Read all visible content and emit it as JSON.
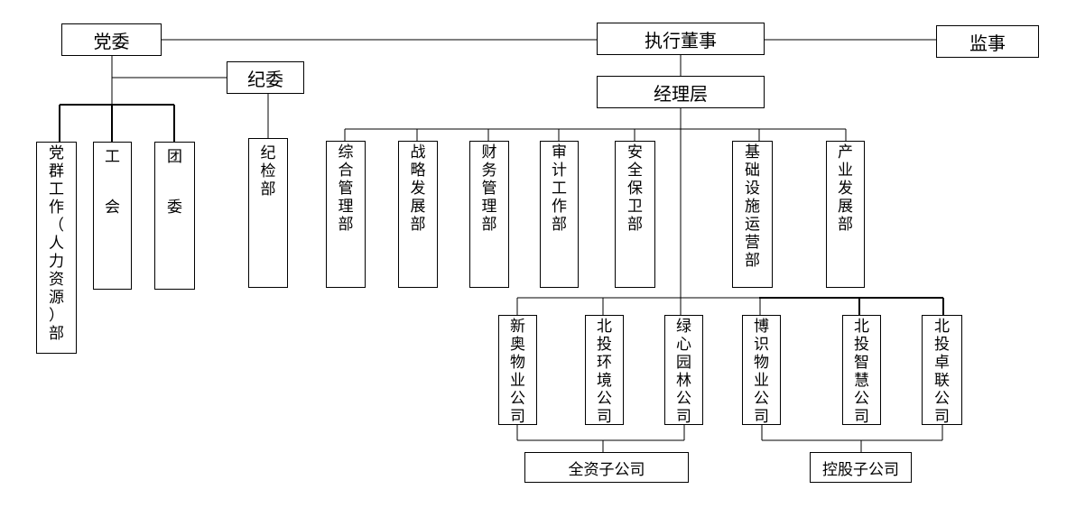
{
  "party": {
    "committee": "党委",
    "discipline_committee": "纪委",
    "departments": [
      {
        "name": "党群工作（人力资源）部",
        "chars": [
          "党",
          "群",
          "工",
          "作",
          "（",
          "人",
          "力",
          "资",
          "源",
          "）",
          "部"
        ]
      },
      {
        "name": "工会",
        "chars": [
          "工",
          "",
          "",
          "会"
        ]
      },
      {
        "name": "团委",
        "chars": [
          "团",
          "",
          "",
          "委"
        ]
      },
      {
        "name": "纪检部",
        "chars": [
          "纪",
          "检",
          "部"
        ]
      }
    ]
  },
  "governance": {
    "executive_director": "执行董事",
    "supervisor": "监事",
    "management": "经理层"
  },
  "departments": [
    {
      "name": "综合管理部",
      "chars": [
        "综",
        "合",
        "管",
        "理",
        "部"
      ]
    },
    {
      "name": "战略发展部",
      "chars": [
        "战",
        "略",
        "发",
        "展",
        "部"
      ]
    },
    {
      "name": "财务管理部",
      "chars": [
        "财",
        "务",
        "管",
        "理",
        "部"
      ]
    },
    {
      "name": "审计工作部",
      "chars": [
        "审",
        "计",
        "工",
        "作",
        "部"
      ]
    },
    {
      "name": "安全保卫部",
      "chars": [
        "安",
        "全",
        "保",
        "卫",
        "部"
      ]
    },
    {
      "name": "基础设施运营部",
      "chars": [
        "基",
        "础",
        "设",
        "施",
        "运",
        "营",
        "部"
      ]
    },
    {
      "name": "产业发展部",
      "chars": [
        "产",
        "业",
        "发",
        "展",
        "部"
      ]
    }
  ],
  "wholly_owned": {
    "label": "全资子公司",
    "companies": [
      {
        "name": "新奥物业公司",
        "chars": [
          "新",
          "奥",
          "物",
          "业",
          "公",
          "司"
        ]
      },
      {
        "name": "北投环境公司",
        "chars": [
          "北",
          "投",
          "环",
          "境",
          "公",
          "司"
        ]
      },
      {
        "name": "绿心园林公司",
        "chars": [
          "绿",
          "心",
          "园",
          "林",
          "公",
          "司"
        ]
      }
    ]
  },
  "holding": {
    "label": "控股子公司",
    "companies": [
      {
        "name": "博识物业公司",
        "chars": [
          "博",
          "识",
          "物",
          "业",
          "公",
          "司"
        ]
      },
      {
        "name": "北投智慧公司",
        "chars": [
          "北",
          "投",
          "智",
          "慧",
          "公",
          "司"
        ]
      },
      {
        "name": "北投卓联公司",
        "chars": [
          "北",
          "投",
          "卓",
          "联",
          "公",
          "司"
        ]
      }
    ]
  }
}
